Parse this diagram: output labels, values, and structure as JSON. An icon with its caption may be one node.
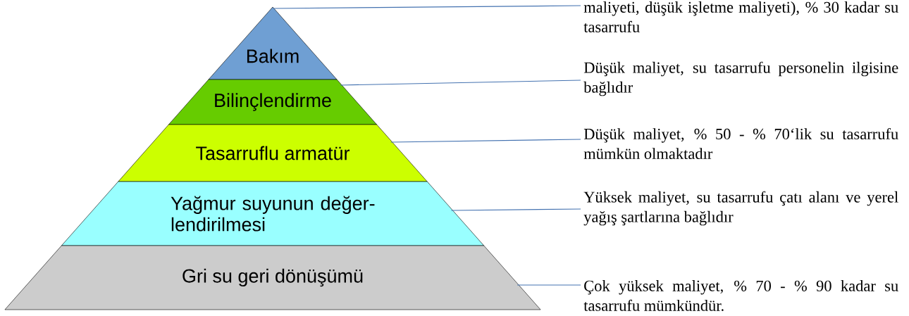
{
  "diagram": {
    "nodes": [
      {
        "text": [
          "Bakım"
        ]
      },
      {
        "text": [
          "Bilinçlendirme"
        ]
      },
      {
        "text": [
          "Tasarruflu armatür"
        ]
      },
      {
        "text": [
          "Yağmur suyunun değer- lendirilmesi"
        ]
      },
      {
        "text": [
          "Gri su geri dönüşümü"
        ]
      },
      {
        "text": [
          "maliyeti, düşük işletme maliyeti), % 30 kadar su tasarrufu"
        ]
      },
      {
        "text": [
          "Düşük maliyet, su tasarrufu personelin ilgisine bağlıdır"
        ]
      },
      {
        "text": [
          "Düşük maliyet, % 50 - % 70‘lik su tasarrufu mümkün olmaktadır"
        ]
      },
      {
        "text": [
          "Yüksek maliyet, su tasarrufu çatı alanı ve yerel yağış şartlarına bağlıdır"
        ]
      },
      {
        "text": [
          "Çok yüksek maliyet, % 70 - % 90 kadar su tasarrufu mümkündür."
        ]
      }
    ],
    "edges": [
      {
        "from": 5,
        "to": 0,
        "arrow": "none"
      },
      {
        "from": 6,
        "to": 1,
        "arrow": "none"
      },
      {
        "from": 7,
        "to": 2,
        "arrow": "none"
      },
      {
        "from": 8,
        "to": 3,
        "arrow": "none"
      },
      {
        "from": 9,
        "to": 4,
        "arrow": "none"
      }
    ]
  }
}
